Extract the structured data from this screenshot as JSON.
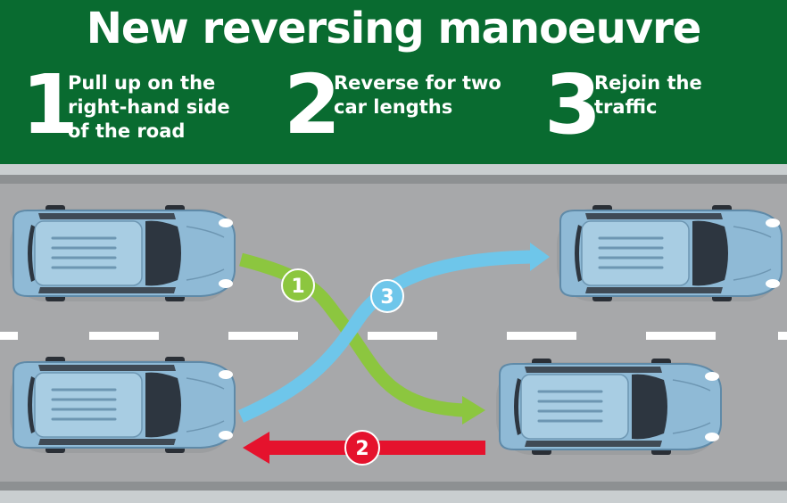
{
  "title": "New reversing manoeuvre",
  "steps": [
    {
      "number": "1",
      "lines": [
        "Pull up on the",
        "right-hand side",
        "of the road"
      ]
    },
    {
      "number": "2",
      "lines": [
        "Reverse for two",
        "car lengths"
      ]
    },
    {
      "number": "3",
      "lines": [
        "Rejoin the",
        "traffic"
      ]
    }
  ],
  "path_markers": [
    {
      "label": "1",
      "color": "#8cc63f"
    },
    {
      "label": "2",
      "color": "#e5122d"
    },
    {
      "label": "3",
      "color": "#6ec6ea"
    }
  ],
  "colors": {
    "header_green": "#096b30",
    "road": "#a7a8aa",
    "kerb": "#c9ced0",
    "car_body": "#8fbad6",
    "car_glass": "#2d3640",
    "step1_green": "#8cc63f",
    "step2_red": "#e5122d",
    "step3_blue": "#6ec6ea"
  }
}
